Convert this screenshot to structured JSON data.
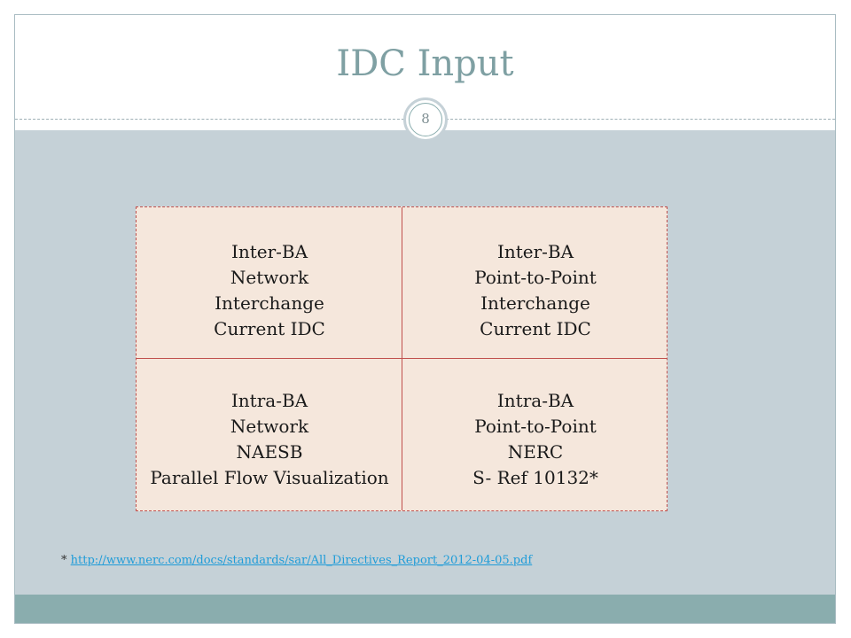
{
  "slide": {
    "title": "IDC Input",
    "page_number": "8"
  },
  "grid": {
    "top_left": [
      "Inter-BA",
      "Network",
      "Interchange",
      "Current IDC"
    ],
    "top_right": [
      "Inter-BA",
      "Point-to-Point",
      "Interchange",
      "Current IDC"
    ],
    "bottom_left": [
      "Intra-BA",
      "Network",
      "NAESB",
      "Parallel Flow Visualization"
    ],
    "bottom_right": [
      "Intra-BA",
      "Point-to-Point",
      "NERC",
      "S- Ref 10132*"
    ]
  },
  "footnote": {
    "marker": "*",
    "link_text": "http://www.nerc.com/docs/standards/sar/All_Directives_Report_2012-04-05.pdf"
  },
  "colors": {
    "title": "#7fa0a3",
    "content_background": "#c5d1d7",
    "bottom_band": "#8aadae",
    "cell_fill": "#f5e7dc",
    "cell_border": "#c0504d",
    "link": "#1f9cd8"
  }
}
